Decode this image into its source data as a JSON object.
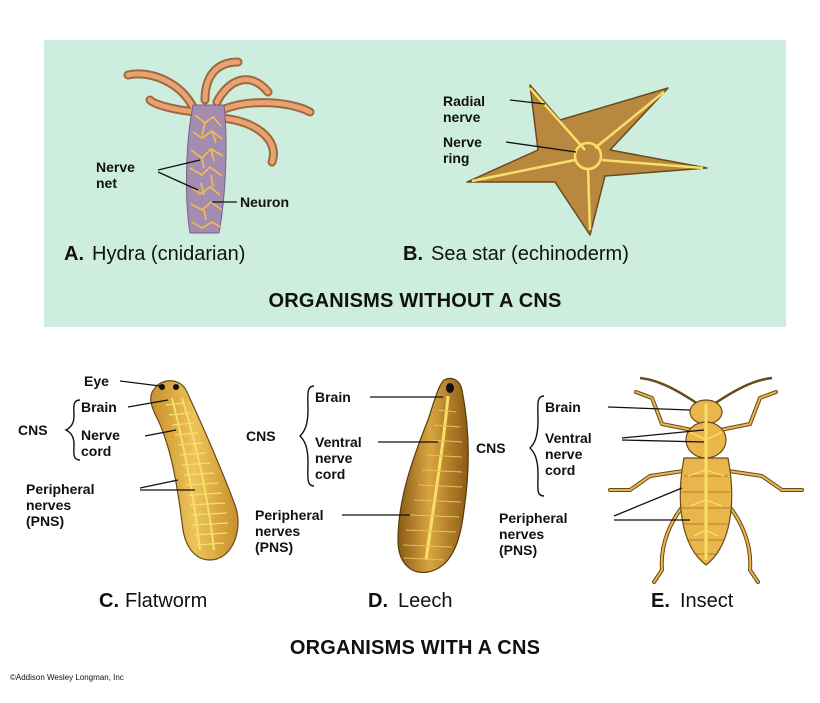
{
  "top_panel": {
    "heading": "ORGANISMS WITHOUT A CNS",
    "bg_color": "#cdeede",
    "hydra": {
      "caption_letter": "A.",
      "caption_text": "Hydra (cnidarian)",
      "label_nerve_net_1": "Nerve",
      "label_nerve_net_2": "net",
      "label_neuron": "Neuron"
    },
    "seastar": {
      "caption_letter": "B.",
      "caption_text": "Sea star (echinoderm)",
      "label_radial_1": "Radial",
      "label_radial_2": "nerve",
      "label_ring_1": "Nerve",
      "label_ring_2": "ring"
    }
  },
  "bottom_panel": {
    "heading": "ORGANISMS WITH A CNS",
    "flatworm": {
      "caption_letter": "C.",
      "caption_text": "Flatworm",
      "cns": "CNS",
      "eye": "Eye",
      "brain": "Brain",
      "cord_1": "Nerve",
      "cord_2": "cord",
      "pns_1": "Peripheral",
      "pns_2": "nerves",
      "pns_3": "(PNS)"
    },
    "leech": {
      "caption_letter": "D.",
      "caption_text": "Leech",
      "cns": "CNS",
      "brain": "Brain",
      "cord_1": "Ventral",
      "cord_2": "nerve",
      "cord_3": "cord",
      "pns_1": "Peripheral",
      "pns_2": "nerves",
      "pns_3": "(PNS)"
    },
    "insect": {
      "caption_letter": "E.",
      "caption_text": "Insect",
      "cns": "CNS",
      "brain": "Brain",
      "cord_1": "Ventral",
      "cord_2": "nerve",
      "cord_3": "cord",
      "pns_1": "Peripheral",
      "pns_2": "nerves",
      "pns_3": "(PNS)"
    }
  },
  "credit": "©Addison Wesley Longman, Inc",
  "colors": {
    "body_gold": "#e8b64a",
    "body_dark": "#9c6a1c",
    "nerve_yellow": "#f6e06a",
    "hydra_purple": "#a48bb0",
    "seastar_brown": "#b8883e"
  }
}
